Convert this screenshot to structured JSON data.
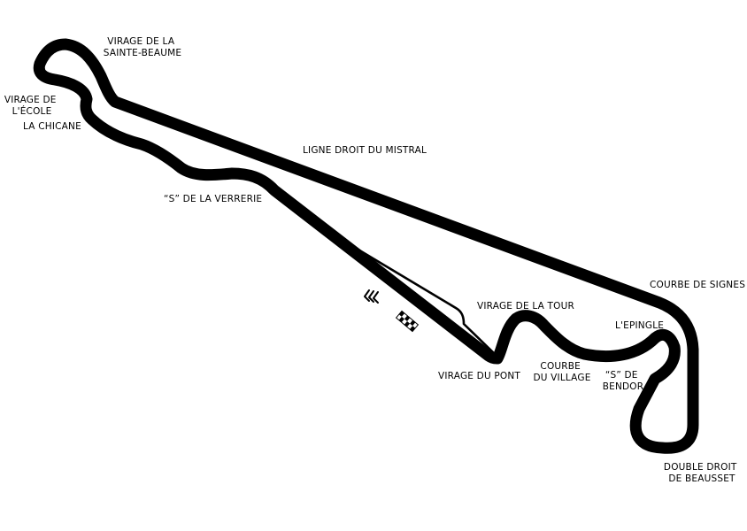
{
  "colors": {
    "background": "#ffffff",
    "track": "#000000",
    "text": "#000000"
  },
  "icons": {
    "direction": "direction-chevrons-icon",
    "start_finish": "checkered-flag-icon"
  },
  "labels": {
    "sainte_baume": [
      "VIRAGE DE LA",
      "SAINTE-BEAUME"
    ],
    "ecole": [
      "VIRAGE DE",
      "L'ÉCOLE"
    ],
    "chicane": [
      "LA CHICANE"
    ],
    "mistral": [
      "LIGNE DROIT DU MISTRAL"
    ],
    "verrerie": [
      "“S” DE LA VERRERIE"
    ],
    "signes": [
      "COURBE DE SIGNES"
    ],
    "tour": [
      "VIRAGE DE LA TOUR"
    ],
    "epingle": [
      "L'EPINGLE"
    ],
    "pont": [
      "VIRAGE DU PONT"
    ],
    "village": [
      "COURBE",
      "DU VILLAGE"
    ],
    "bendor": [
      "“S” DE",
      "BENDOR"
    ],
    "beausset": [
      "DOUBLE DROIT",
      "DE BEAUSSET"
    ]
  }
}
